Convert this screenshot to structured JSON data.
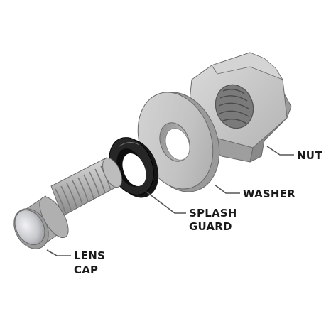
{
  "parts": {
    "nut": {
      "label_line1": "NUT"
    },
    "washer": {
      "label_line1": "WASHER"
    },
    "splash_guard": {
      "label_line1": "SPLASH",
      "label_line2": "GUARD"
    },
    "lens_cap": {
      "label_line1": "LENS",
      "label_line2": "CAP"
    }
  },
  "colors": {
    "metal_light": "#c9c9c9",
    "metal_mid": "#a9a9a9",
    "metal_dark": "#6e6e6e",
    "gasket": "#1e1e1e",
    "leader": "#555555",
    "label": "#1a1a1a"
  }
}
